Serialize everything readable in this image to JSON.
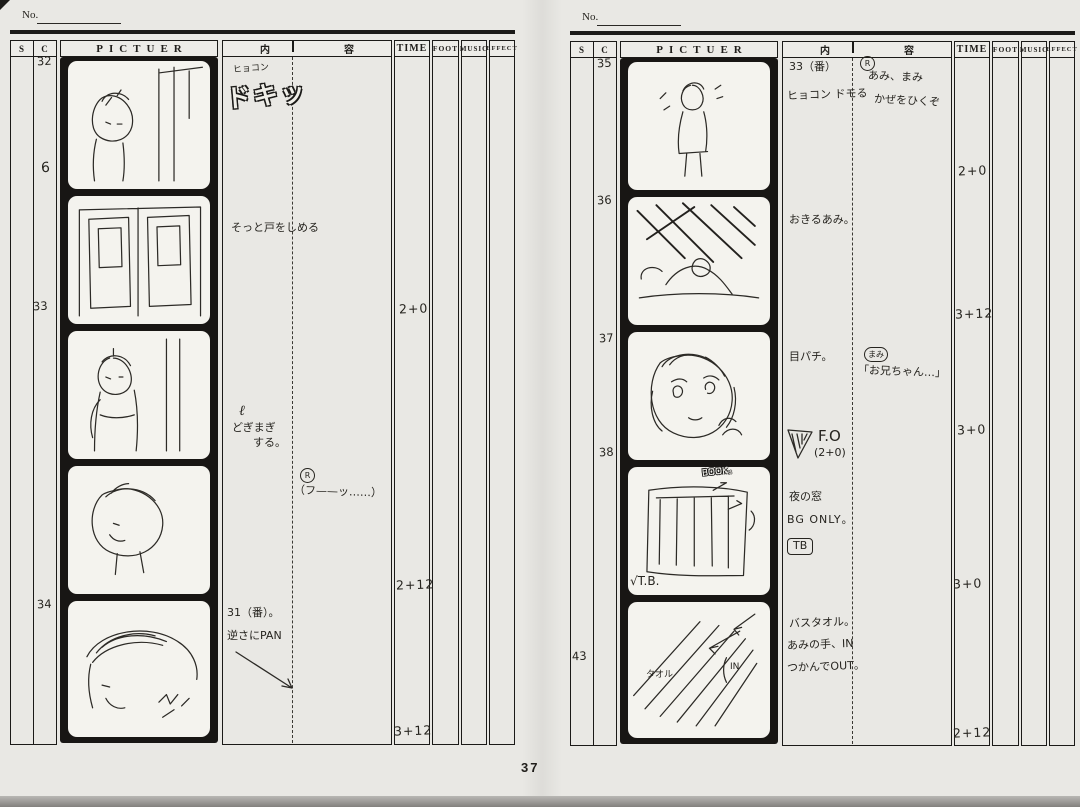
{
  "page_number": "37",
  "left": {
    "no_label": "No.",
    "header": {
      "s": "S",
      "c": "C",
      "picture": "PICTUER",
      "naiyo_l": "内",
      "naiyo_r": "容",
      "time": "TIME",
      "foot": "FOOT",
      "music": "MUSIC",
      "effect": "EFFECT"
    },
    "cut_numbers": [
      "32",
      "6",
      "33",
      "34"
    ],
    "notes": {
      "sfx_small": "ヒョコン",
      "sfx_big": "ドキッ",
      "action2": "そっと戸をしめる",
      "action3_script": "ℓ",
      "action3a": "どぎまぎ",
      "action3b": "する。",
      "dialogue_char": "R",
      "dialogue": "（フ——ッ……）",
      "action5a": "31（番）。",
      "action5b": "逆さにPAN"
    },
    "times": [
      "2+0",
      "2+12",
      "3+12"
    ]
  },
  "right": {
    "no_label": "No.",
    "header": {
      "s": "S",
      "c": "C",
      "picture": "PICTUER",
      "naiyo_l": "内",
      "naiyo_r": "容",
      "time": "TIME",
      "foot": "FOOT",
      "music": "MUSIC",
      "effect": "EFFECT"
    },
    "cut_numbers": [
      "35",
      "36",
      "37",
      "38",
      "43"
    ],
    "notes": {
      "action1a": "33（番）",
      "action1b": "ヒョコン ドモる",
      "dialogue1_char": "R",
      "dialogue1a": "あみ、まみ",
      "dialogue1b": "かぜをひくぞ",
      "action2": "おきるあみ。",
      "action3": "目パチ。",
      "dialogue3_char": "まみ",
      "dialogue3": "「お兄ちゃん…」",
      "fade_out": "F.O",
      "fade_out_time": "(2+0)",
      "action4a": "夜の窓",
      "action4b": "BG ONLY。",
      "action4c": "TB",
      "panel4_note": "BOOK。",
      "panel4_tb": "√T.B.",
      "action5a": "バスタオル。",
      "action5b": "あみの手、IN",
      "action5c": "つかんでOUT。",
      "panel5_towel": "タオル",
      "panel5_in": "IN"
    },
    "times": [
      "2+0",
      "3+12",
      "3+0",
      "3+0",
      "2+12"
    ]
  }
}
